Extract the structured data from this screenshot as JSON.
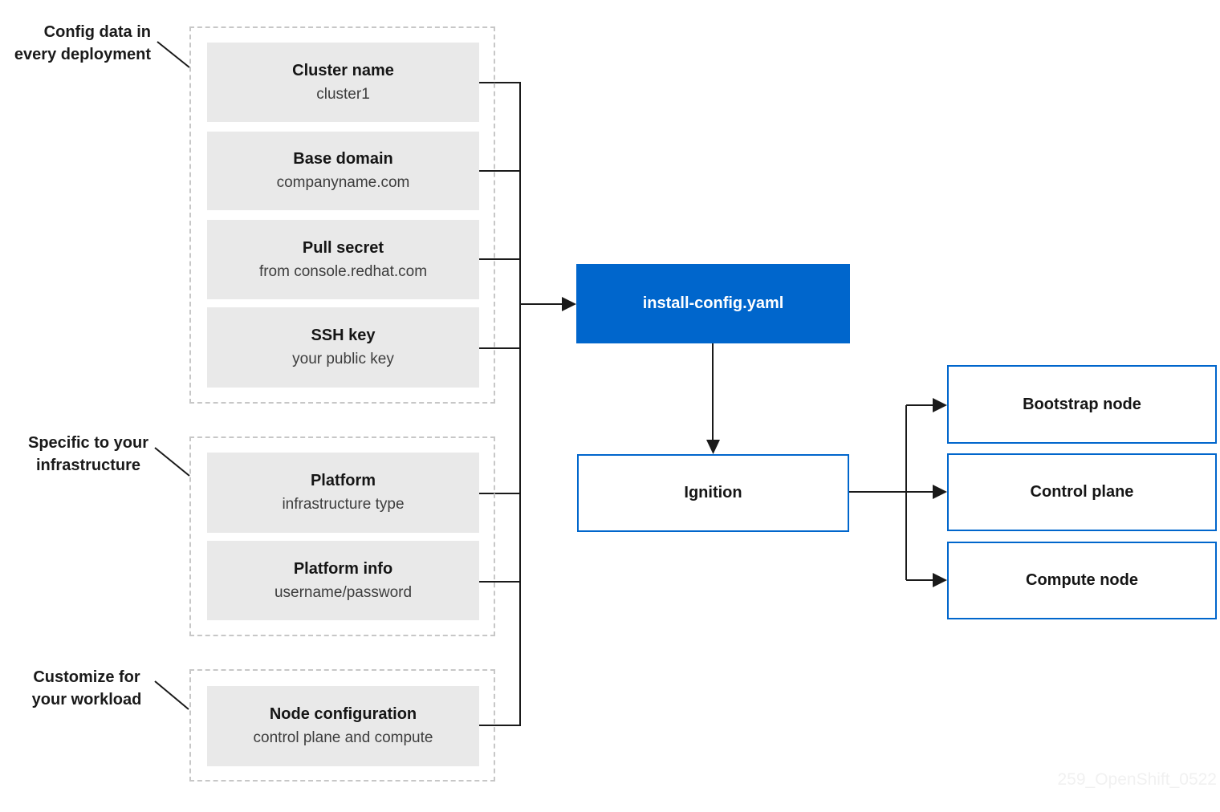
{
  "diagram": {
    "groups": [
      {
        "label_lines": [
          "Config data in",
          "every deployment"
        ],
        "boxes": [
          {
            "title": "Cluster name",
            "subtitle": "cluster1"
          },
          {
            "title": "Base domain",
            "subtitle": "companyname.com"
          },
          {
            "title": "Pull secret",
            "subtitle": "from console.redhat.com"
          },
          {
            "title": "SSH key",
            "subtitle": "your public key"
          }
        ]
      },
      {
        "label_lines": [
          "Specific to your",
          "infrastructure"
        ],
        "boxes": [
          {
            "title": "Platform",
            "subtitle": "infrastructure type"
          },
          {
            "title": "Platform info",
            "subtitle": "username/password"
          }
        ]
      },
      {
        "label_lines": [
          "Customize for",
          "your workload"
        ],
        "boxes": [
          {
            "title": "Node configuration",
            "subtitle": "control plane and compute"
          }
        ]
      }
    ],
    "nodes": {
      "install_config": "install-config.yaml",
      "ignition": "Ignition",
      "bootstrap": "Bootstrap node",
      "control_plane": "Control plane",
      "compute": "Compute node"
    },
    "watermark": "259_OpenShift_0522",
    "colors": {
      "accent_blue": "#0066cc",
      "box_fill_gray": "#e9e9e9",
      "connector_black": "#1a1a1a",
      "dashed_border_gray": "#c7c7c7",
      "title_text": "#151515",
      "subtitle_text": "#3d3d3d",
      "watermark_gray": "#f1f1f1"
    }
  }
}
